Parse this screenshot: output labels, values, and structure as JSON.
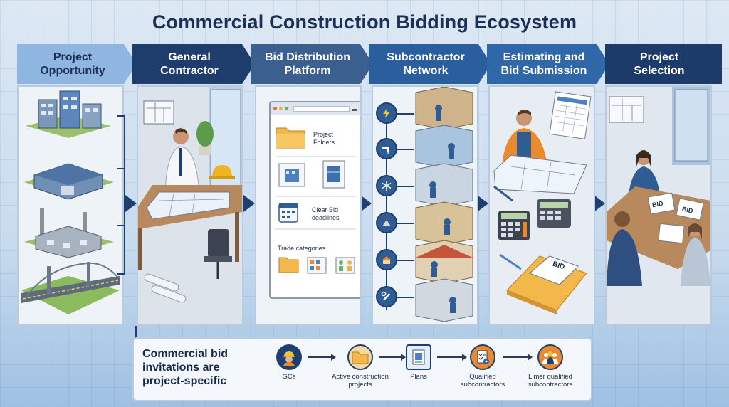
{
  "title": "Commercial Construction Bidding Ecosystem",
  "stages": [
    {
      "label": "Project Opportunity",
      "color": "#8fb6e0"
    },
    {
      "label": "General Contractor",
      "color": "#1e3d6d"
    },
    {
      "label": "Bid Distribution Platform",
      "color": "#3b5f8e"
    },
    {
      "label": "Subcontractor Network",
      "color": "#2a5e9c"
    },
    {
      "label": "Estimating and Bid Submission",
      "color": "#2f67a8"
    },
    {
      "label": "Project Selection",
      "color": "#1c3b6a"
    }
  ],
  "platform": {
    "folders_label": "Project Folders",
    "deadlines_label": "Clear Bid deadlines",
    "trade_label": "Trade categories"
  },
  "subcontractor_icons": [
    "lightning-icon",
    "faucet-icon",
    "snowflake-icon",
    "trowel-icon",
    "roof-icon",
    "wrench-icon"
  ],
  "bid_labels": {
    "folder": "BID",
    "sheet_a": "BID",
    "sheet_b": "BID"
  },
  "bottom": {
    "statement": "Commercial bid invitations are project-specific",
    "flow": [
      {
        "label": "GCs",
        "icon": "worker-icon"
      },
      {
        "label": "Active construction projects",
        "icon": "folder-icon"
      },
      {
        "label": "Plans",
        "icon": "plans-icon"
      },
      {
        "label": "Qualified subcontractors",
        "icon": "checklist-gear-icon"
      },
      {
        "label": "Limer qualified subcontractors",
        "icon": "team-icon"
      }
    ]
  },
  "colors": {
    "navy": "#1f3f70",
    "accent_orange": "#e98a2f",
    "panel_bg": "#eef3f8"
  }
}
